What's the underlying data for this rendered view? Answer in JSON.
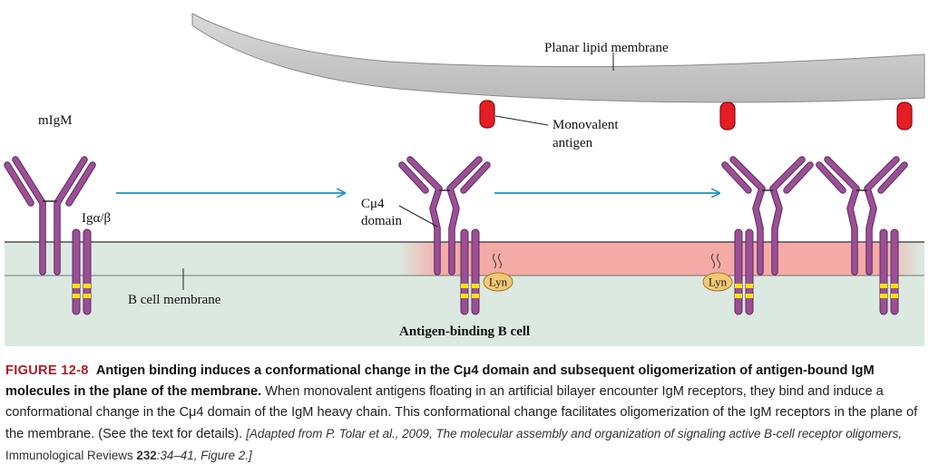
{
  "labels": {
    "planar_membrane": "Planar lipid membrane",
    "monovalent_antigen_line1": "Monovalent",
    "monovalent_antigen_line2": "antigen",
    "migm": "mIgM",
    "ig_alpha_beta": "Igα/β",
    "cmu4_line1": "Cμ4",
    "cmu4_line2": "domain",
    "b_cell_membrane": "B cell membrane",
    "antigen_binding_b_cell": "Antigen-binding B cell",
    "lyn_1": "Lyn",
    "lyn_2": "Lyn"
  },
  "colors": {
    "receptor_purple": "#9b4f96",
    "antigen_red": "#e31e24",
    "membrane_green": "#dbe9e0",
    "raft_pink": "#f5a8a3",
    "planar_gray": "#cccccc",
    "arrow_blue": "#1e90c8",
    "lyn_yellow": "#f4c774",
    "itam_yellow": "#ffe400",
    "figure_number_red": "#b01c27"
  },
  "caption": {
    "figure_number": "FIGURE 12-8",
    "title": "Antigen binding induces a conformational change in the Cμ4 domain and subsequent oligomerization of antigen-bound IgM molecules in the plane of the membrane.",
    "body": "When monovalent antigens floating in an artificial bilayer encounter IgM receptors, they bind and induce a conformational change in the Cμ4 domain of the IgM heavy chain. This conformational change facilitates oligomerization of the IgM receptors in the plane of the membrane. (See the text for details).",
    "citation_prefix": "[Adapted from P. Tolar et al., 2009, The molecular assembly and organization of signaling active B-cell receptor oligomers,",
    "citation_journal": "Immunological Reviews",
    "citation_volume": "232",
    "citation_suffix": ":34–41, Figure 2.]"
  }
}
